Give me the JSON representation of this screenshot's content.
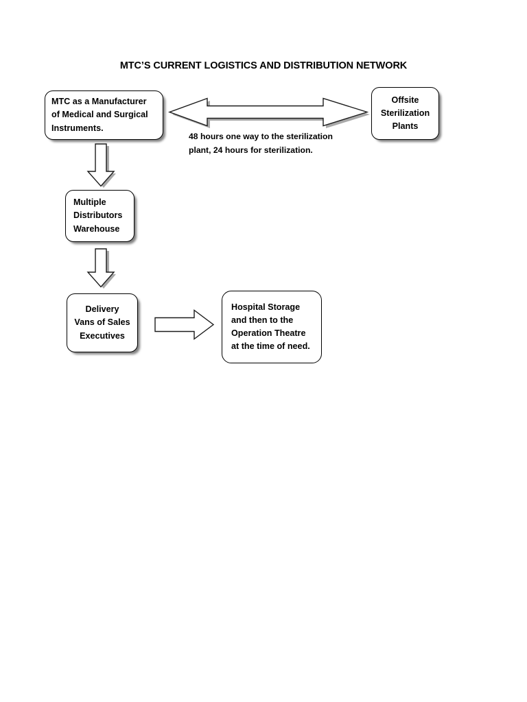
{
  "document": {
    "title": "MTC’S CURRENT LOGISTICS AND DISTRIBUTION NETWORK",
    "background_color": "#ffffff",
    "ink_color": "#000000"
  },
  "nodes": {
    "manufacturer": {
      "name": "MTC as a Manufacturer of Medical and Surgical Instruments.",
      "lines": [
        "MTC as a Manufacturer",
        "of Medical and Surgical",
        "Instruments."
      ]
    },
    "sterilization": {
      "name": "Offsite Sterilization Plants",
      "lines": [
        "Offsite",
        "Sterilization",
        "Plants"
      ]
    },
    "warehouse": {
      "name": "Multiple Distributors Warehouse",
      "lines": [
        "Multiple",
        "Distributors",
        "Warehouse"
      ]
    },
    "delivery": {
      "name": "Delivery Vans of Sales Executives",
      "lines": [
        "Delivery",
        "Vans of Sales",
        "Executives"
      ]
    },
    "hospital": {
      "name": "Hospital Storage and then to the Operation Theatre at the time of need.",
      "lines": [
        "Hospital Storage",
        "and then to the",
        "Operation Theatre",
        "at the time of need."
      ]
    }
  },
  "annotations": {
    "sterilization_time": {
      "lines": [
        "48 hours one way to the sterilization",
        "plant, 24 hours for sterilization."
      ]
    }
  },
  "connectors": {
    "manufacturer_sterilization": {
      "label": "bidirectional block arrow between MTC manufacturer and offsite sterilization plants",
      "direction": "both"
    },
    "manufacturer_warehouse": {
      "label": "down block arrow from MTC manufacturer to multiple distributors warehouse",
      "direction": "down"
    },
    "warehouse_delivery": {
      "label": "down block arrow from multiple distributors warehouse to delivery vans of sales executives",
      "direction": "down"
    },
    "delivery_hospital": {
      "label": "right block arrow from delivery vans of sales executives to hospital storage",
      "direction": "right"
    }
  }
}
